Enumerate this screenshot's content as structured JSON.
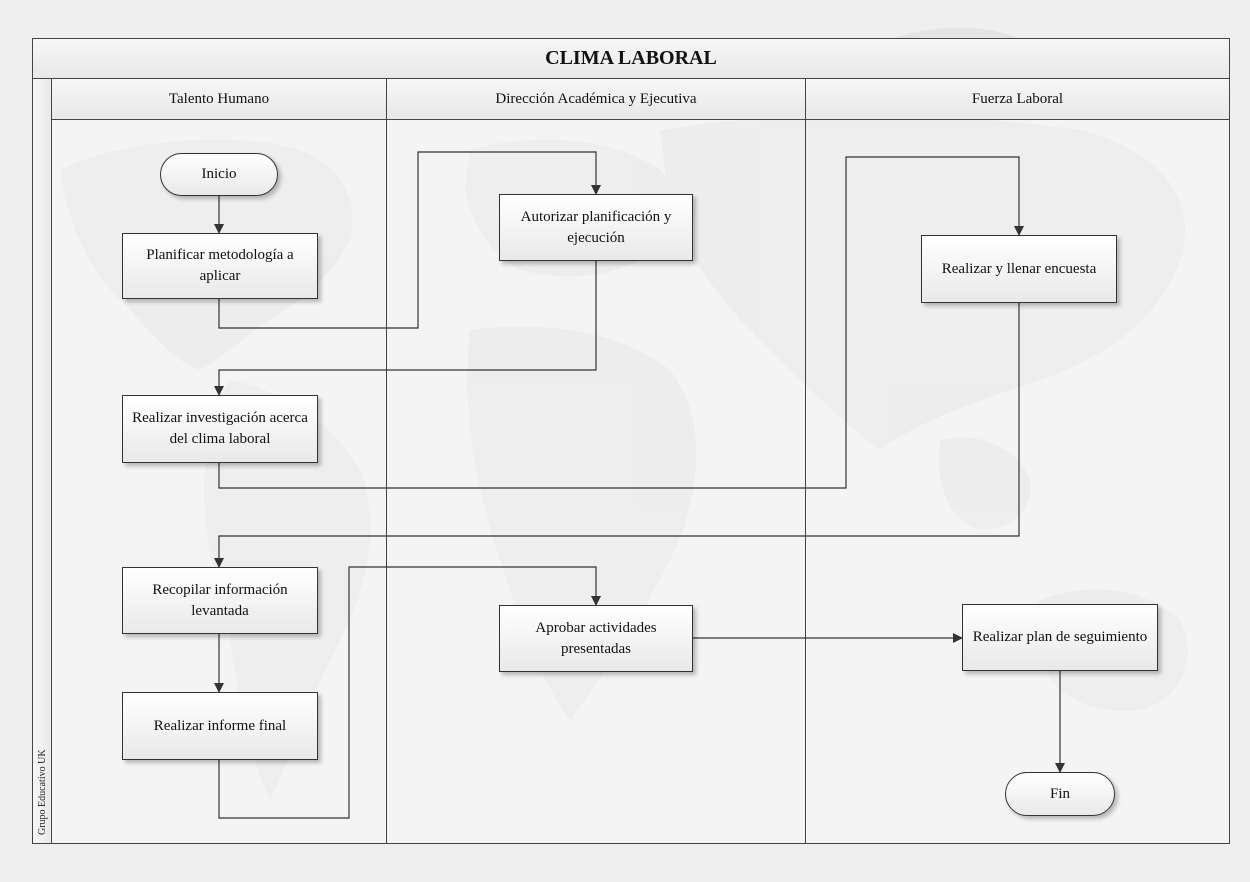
{
  "diagram": {
    "title": "CLIMA LABORAL",
    "pool_label": "Grupo Educativo UK",
    "lanes": [
      {
        "id": "talento",
        "label": "Talento Humano"
      },
      {
        "id": "direccion",
        "label": "Dirección Académica y Ejecutiva"
      },
      {
        "id": "fuerza",
        "label": "Fuerza Laboral"
      }
    ],
    "nodes": {
      "inicio": "Inicio",
      "planificar": "Planificar metodología a aplicar",
      "autorizar": "Autorizar planificación y ejecución",
      "encuesta": "Realizar y llenar encuesta",
      "investigacion": "Realizar investigación acerca del clima laboral",
      "recopilar": "Recopilar información levantada",
      "aprobar": "Aprobar actividades presentadas",
      "plan": "Realizar plan de seguimiento",
      "informe": "Realizar informe final",
      "fin": "Fin"
    },
    "edges": [
      [
        "inicio",
        "planificar"
      ],
      [
        "planificar",
        "autorizar"
      ],
      [
        "autorizar",
        "investigacion"
      ],
      [
        "investigacion",
        "encuesta"
      ],
      [
        "encuesta",
        "recopilar"
      ],
      [
        "recopilar",
        "informe"
      ],
      [
        "informe",
        "aprobar"
      ],
      [
        "aprobar",
        "plan"
      ],
      [
        "plan",
        "fin"
      ]
    ]
  }
}
